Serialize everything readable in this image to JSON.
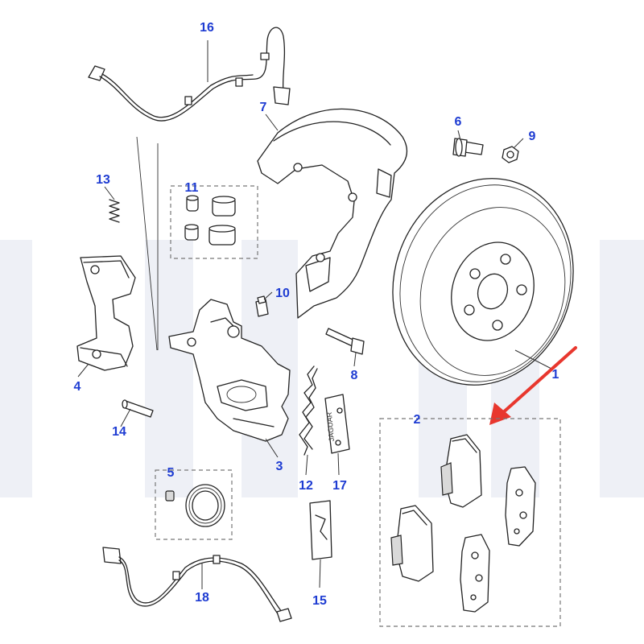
{
  "labels": {
    "l1": "1",
    "l2": "2",
    "l3": "3",
    "l4": "4",
    "l5": "5",
    "l6": "6",
    "l7": "7",
    "l8": "8",
    "l9": "9",
    "l10": "10",
    "l11": "11",
    "l12": "12",
    "l13": "13",
    "l14": "14",
    "l15": "15",
    "l16": "16",
    "l17": "17",
    "l18": "18"
  },
  "pad_logo": "JAGUAR",
  "colors": {
    "label": "#1e3cd2",
    "arrow": "#e8372e",
    "watermark": "#eef0f6"
  }
}
